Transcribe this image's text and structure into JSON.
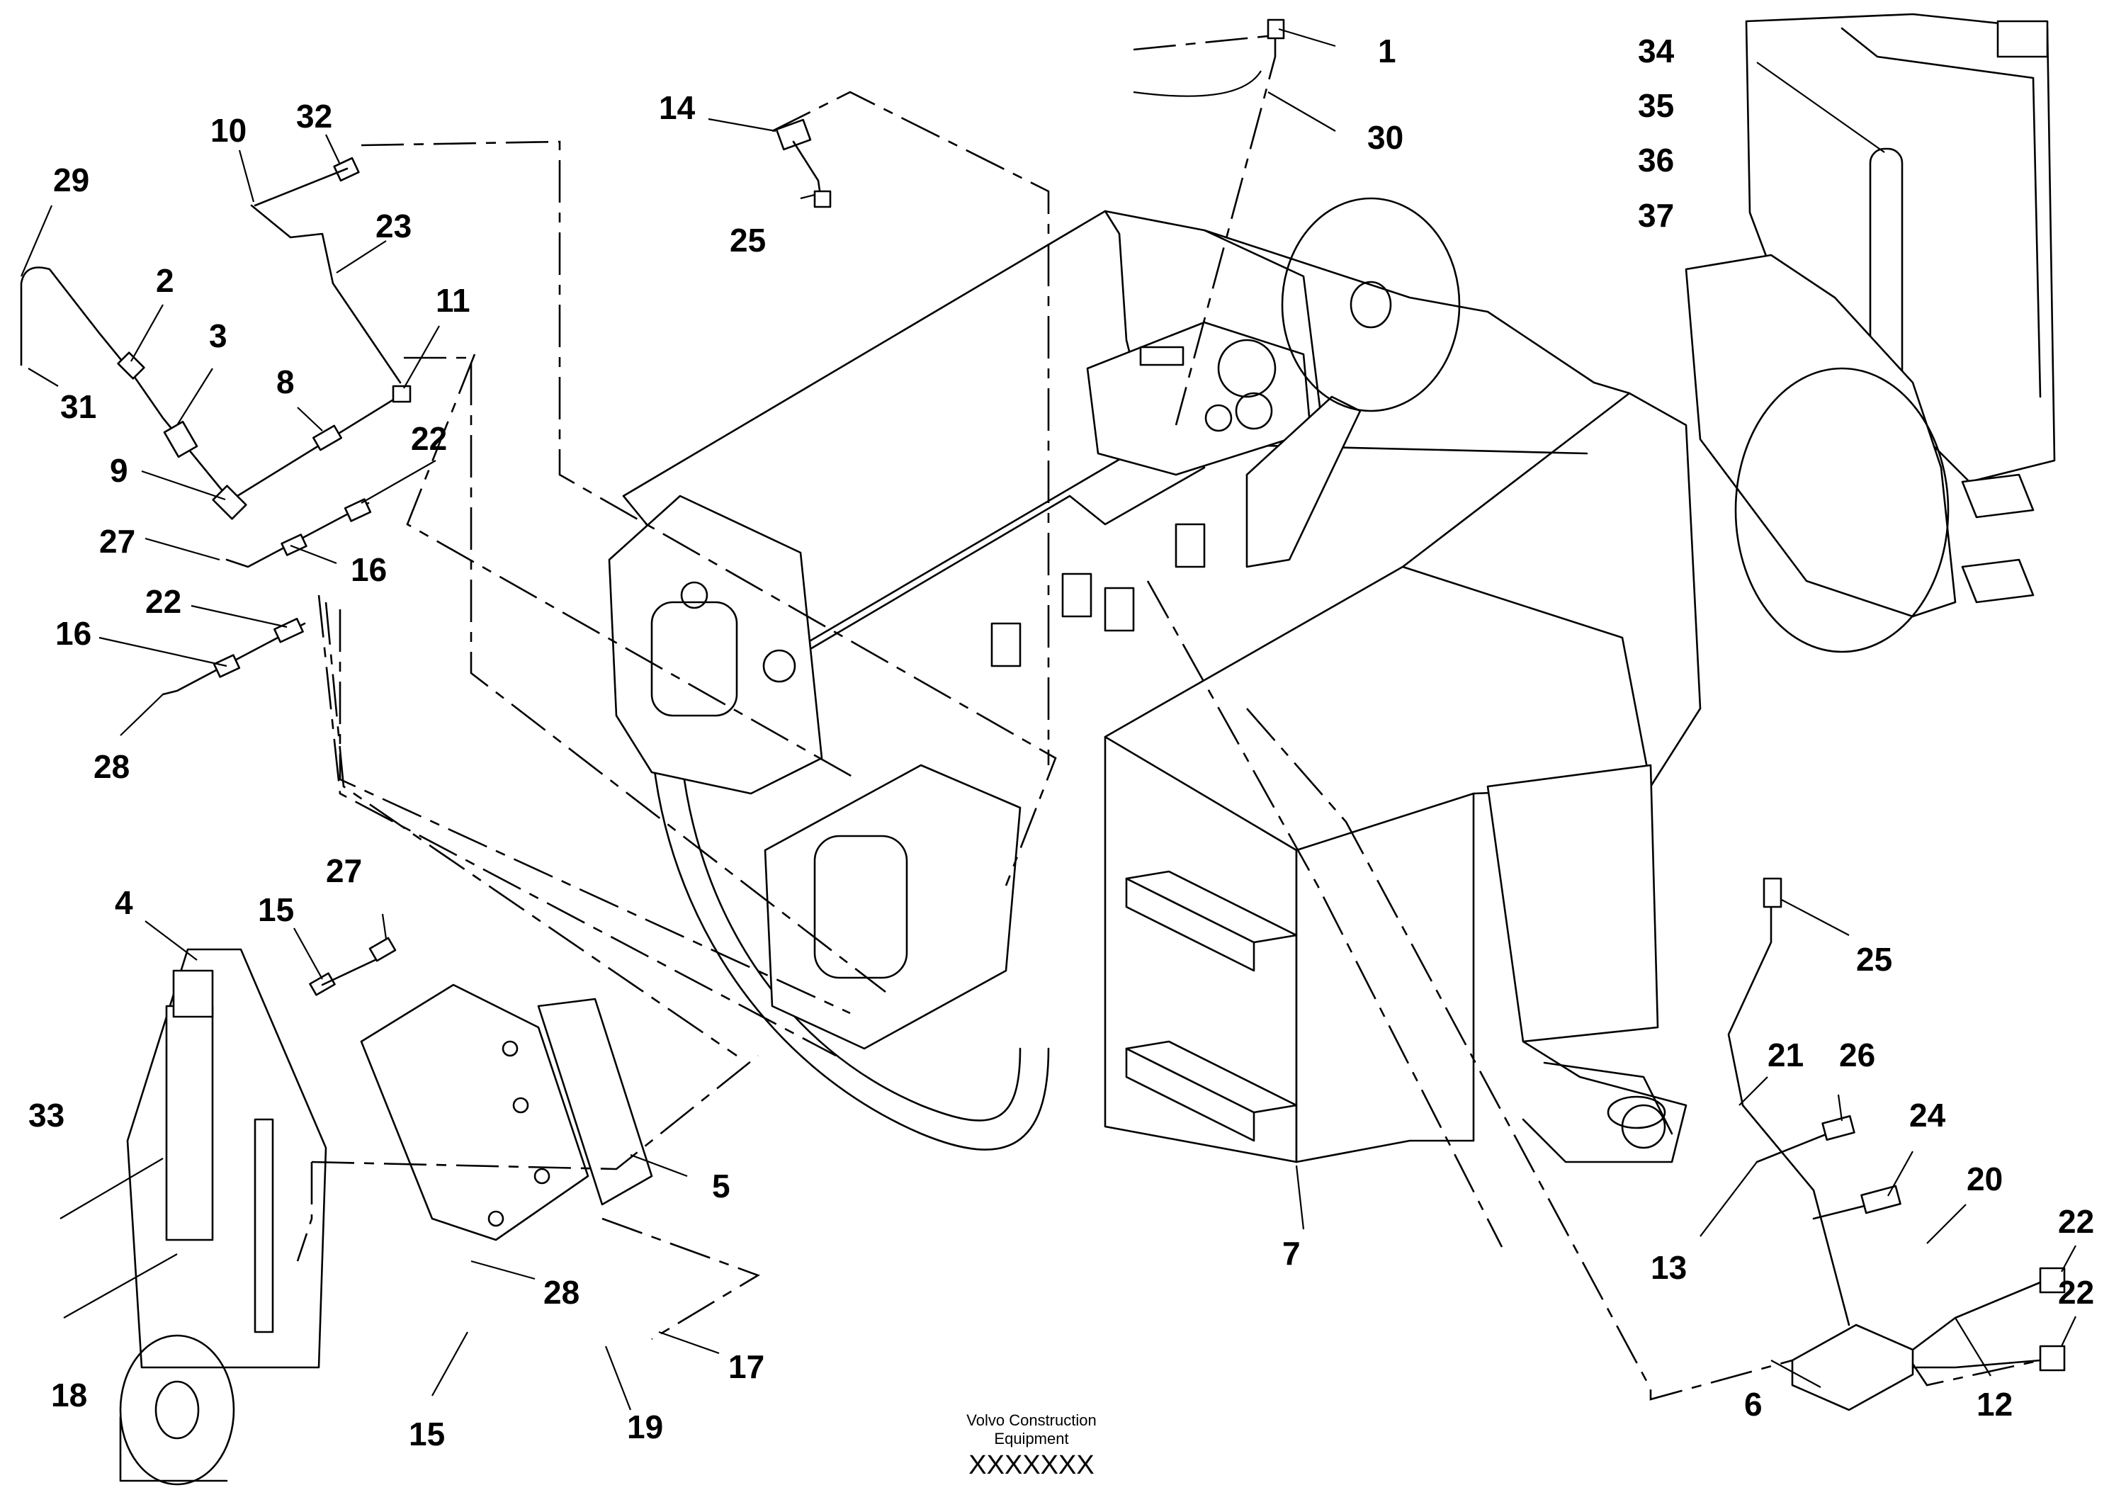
{
  "diagram": {
    "callouts": [
      {
        "id": "c1",
        "label": "1"
      },
      {
        "id": "c30",
        "label": "30"
      },
      {
        "id": "c14",
        "label": "14"
      },
      {
        "id": "c25a",
        "label": "25"
      },
      {
        "id": "c32",
        "label": "32"
      },
      {
        "id": "c10",
        "label": "10"
      },
      {
        "id": "c23",
        "label": "23"
      },
      {
        "id": "c29",
        "label": "29"
      },
      {
        "id": "c2",
        "label": "2"
      },
      {
        "id": "c3",
        "label": "3"
      },
      {
        "id": "c31",
        "label": "31"
      },
      {
        "id": "c11",
        "label": "11"
      },
      {
        "id": "c8",
        "label": "8"
      },
      {
        "id": "c9",
        "label": "9"
      },
      {
        "id": "c22a",
        "label": "22"
      },
      {
        "id": "c27a",
        "label": "27"
      },
      {
        "id": "c16a",
        "label": "16"
      },
      {
        "id": "c22b",
        "label": "22"
      },
      {
        "id": "c16b",
        "label": "16"
      },
      {
        "id": "c28a",
        "label": "28"
      },
      {
        "id": "c34",
        "label": "34"
      },
      {
        "id": "c35",
        "label": "35"
      },
      {
        "id": "c36",
        "label": "36"
      },
      {
        "id": "c37",
        "label": "37"
      },
      {
        "id": "c4",
        "label": "4"
      },
      {
        "id": "c15a",
        "label": "15"
      },
      {
        "id": "c27b",
        "label": "27"
      },
      {
        "id": "c33",
        "label": "33"
      },
      {
        "id": "c5",
        "label": "5"
      },
      {
        "id": "c7",
        "label": "7"
      },
      {
        "id": "c18",
        "label": "18"
      },
      {
        "id": "c28b",
        "label": "28"
      },
      {
        "id": "c15b",
        "label": "15"
      },
      {
        "id": "c17",
        "label": "17"
      },
      {
        "id": "c19",
        "label": "19"
      },
      {
        "id": "c25b",
        "label": "25"
      },
      {
        "id": "c21",
        "label": "21"
      },
      {
        "id": "c26",
        "label": "26"
      },
      {
        "id": "c24",
        "label": "24"
      },
      {
        "id": "c20",
        "label": "20"
      },
      {
        "id": "c22c",
        "label": "22"
      },
      {
        "id": "c22d",
        "label": "22"
      },
      {
        "id": "c13",
        "label": "13"
      },
      {
        "id": "c12",
        "label": "12"
      },
      {
        "id": "c6",
        "label": "6"
      }
    ],
    "footer": {
      "line1": "Volvo Construction",
      "line2": "Equipment",
      "code": "XXXXXXX"
    }
  }
}
